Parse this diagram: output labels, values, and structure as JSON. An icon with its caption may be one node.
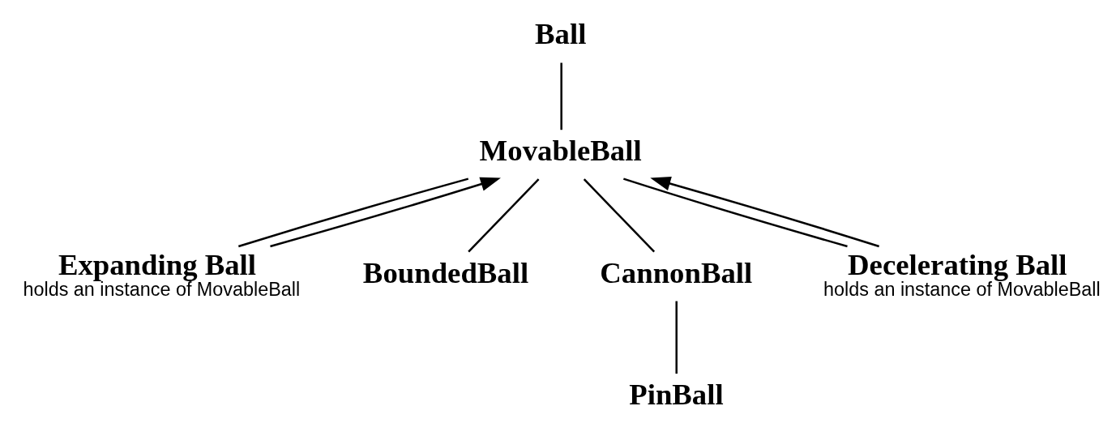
{
  "diagram": {
    "nodes": [
      {
        "text": [
          "Ball"
        ]
      },
      {
        "text": [
          "MovableBall"
        ]
      },
      {
        "text": [
          "Expanding Ball"
        ],
        "beside": [
          "holds an instance of MovableBall"
        ]
      },
      {
        "text": [
          "BoundedBall"
        ]
      },
      {
        "text": [
          "CannonBall"
        ]
      },
      {
        "text": [
          "Decelerating Ball"
        ],
        "beside": [
          "holds an instance of MovableBall"
        ]
      },
      {
        "text": [
          "PinBall"
        ]
      }
    ],
    "edges": [
      {
        "from": 0,
        "to": 1,
        "arrow": "none"
      },
      {
        "from": 1,
        "to": 2,
        "arrow": "none"
      },
      {
        "from": 1,
        "to": 3,
        "arrow": "none"
      },
      {
        "from": 1,
        "to": 4,
        "arrow": "none"
      },
      {
        "from": 1,
        "to": 5,
        "arrow": "none"
      },
      {
        "from": 4,
        "to": 6,
        "arrow": "none"
      },
      {
        "from": 2,
        "to": 1,
        "arrow": "to"
      },
      {
        "from": 5,
        "to": 1,
        "arrow": "to"
      }
    ]
  }
}
